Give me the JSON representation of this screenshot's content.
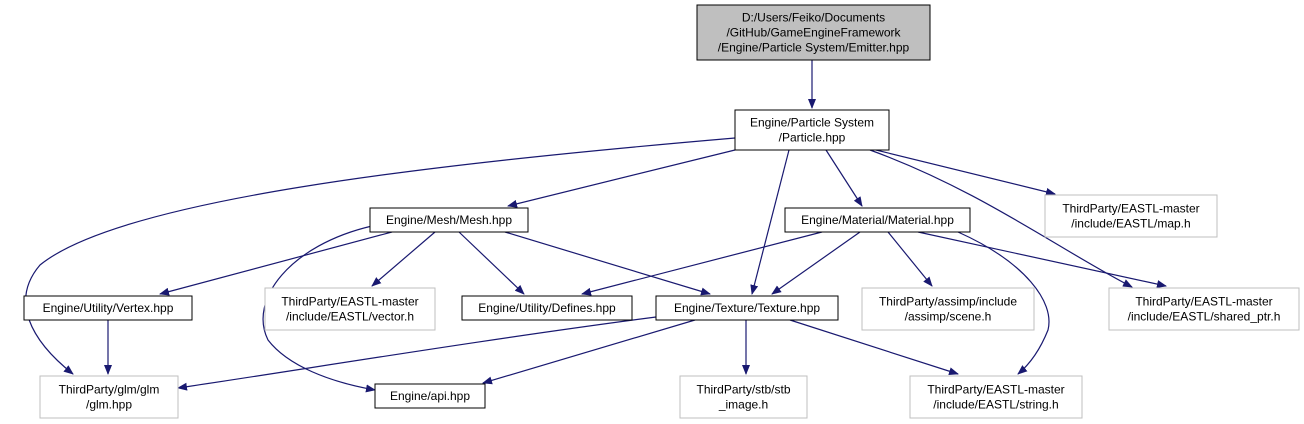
{
  "colors": {
    "edge": "#191970",
    "root_fill": "#bfbfbf",
    "strong_border": "#000000",
    "weak_border": "#bfbfbf",
    "background": "#ffffff"
  },
  "nodes": [
    {
      "id": "emitter",
      "style": "root",
      "lines": [
        "D:/Users/Feiko/Documents",
        "/GitHub/GameEngineFramework",
        "/Engine/Particle System/Emitter.hpp"
      ]
    },
    {
      "id": "particle",
      "style": "strong",
      "lines": [
        "Engine/Particle System",
        "/Particle.hpp"
      ]
    },
    {
      "id": "mesh",
      "style": "strong",
      "lines": [
        "Engine/Mesh/Mesh.hpp"
      ]
    },
    {
      "id": "material",
      "style": "strong",
      "lines": [
        "Engine/Material/Material.hpp"
      ]
    },
    {
      "id": "map",
      "style": "weak",
      "lines": [
        "ThirdParty/EASTL-master",
        "/include/EASTL/map.h"
      ]
    },
    {
      "id": "vertex",
      "style": "strong",
      "lines": [
        "Engine/Utility/Vertex.hpp"
      ]
    },
    {
      "id": "vector",
      "style": "weak",
      "lines": [
        "ThirdParty/EASTL-master",
        "/include/EASTL/vector.h"
      ]
    },
    {
      "id": "defines",
      "style": "strong",
      "lines": [
        "Engine/Utility/Defines.hpp"
      ]
    },
    {
      "id": "texture",
      "style": "strong",
      "lines": [
        "Engine/Texture/Texture.hpp"
      ]
    },
    {
      "id": "scene",
      "style": "weak",
      "lines": [
        "ThirdParty/assimp/include",
        "/assimp/scene.h"
      ]
    },
    {
      "id": "shared_ptr",
      "style": "weak",
      "lines": [
        "ThirdParty/EASTL-master",
        "/include/EASTL/shared_ptr.h"
      ]
    },
    {
      "id": "glm",
      "style": "weak",
      "lines": [
        "ThirdParty/glm/glm",
        "/glm.hpp"
      ]
    },
    {
      "id": "api",
      "style": "strong",
      "lines": [
        "Engine/api.hpp"
      ]
    },
    {
      "id": "stb",
      "style": "weak",
      "lines": [
        "ThirdParty/stb/stb",
        "_image.h"
      ]
    },
    {
      "id": "string",
      "style": "weak",
      "lines": [
        "ThirdParty/EASTL-master",
        "/include/EASTL/string.h"
      ]
    }
  ],
  "edges": [
    {
      "from": "emitter",
      "to": "particle"
    },
    {
      "from": "particle",
      "to": "mesh"
    },
    {
      "from": "particle",
      "to": "material"
    },
    {
      "from": "particle",
      "to": "texture"
    },
    {
      "from": "particle",
      "to": "map"
    },
    {
      "from": "particle",
      "to": "shared_ptr"
    },
    {
      "from": "particle",
      "to": "glm"
    },
    {
      "from": "mesh",
      "to": "vertex"
    },
    {
      "from": "mesh",
      "to": "vector"
    },
    {
      "from": "mesh",
      "to": "defines"
    },
    {
      "from": "mesh",
      "to": "texture"
    },
    {
      "from": "mesh",
      "to": "api"
    },
    {
      "from": "material",
      "to": "defines"
    },
    {
      "from": "material",
      "to": "texture"
    },
    {
      "from": "material",
      "to": "scene"
    },
    {
      "from": "material",
      "to": "shared_ptr"
    },
    {
      "from": "material",
      "to": "string"
    },
    {
      "from": "vertex",
      "to": "glm"
    },
    {
      "from": "texture",
      "to": "glm"
    },
    {
      "from": "texture",
      "to": "api"
    },
    {
      "from": "texture",
      "to": "stb"
    },
    {
      "from": "texture",
      "to": "string"
    }
  ]
}
